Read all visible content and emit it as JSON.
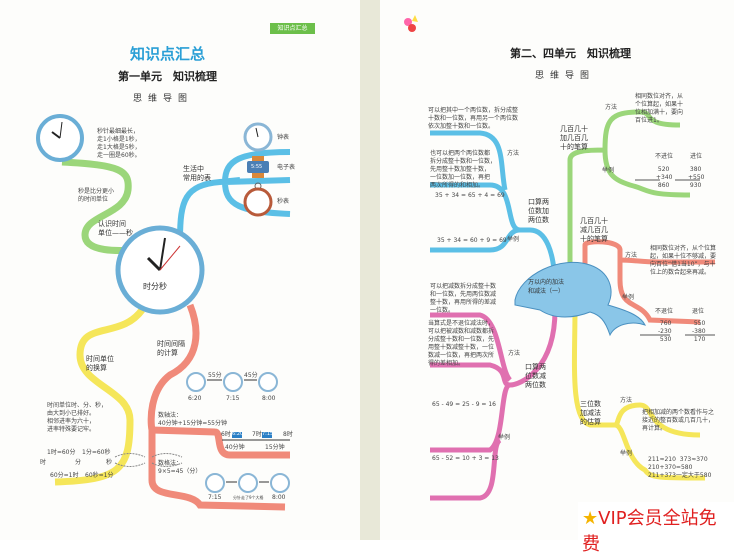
{
  "left_page": {
    "tag": "知识点汇总",
    "title": "知识点汇总",
    "unit_title": "第一单元　知识梳理",
    "subtitle": "思维导图",
    "center": "时分秒",
    "second_desc": "秒针最细最长，\n走1小格是1秒，\n走1大格是5秒，\n走一圈是60秒。",
    "second_smaller": "秒是比分更小\n的时间单位",
    "know_second": "认识时间\n单位——秒",
    "common_watches": "生活中\n常用的表",
    "watch_types": [
      "钟表",
      "电子表",
      "秒表"
    ],
    "digital_display": "5:55",
    "conversion_branch": "时间单位\n的换算",
    "conversion_rhyme": "时间单位时、分、秒，\n由大到小已排好。\n相邻进率为六十，\n进率特殊要记牢。",
    "conversions": {
      "h_to_m": "1时=60分",
      "m_to_s": "1分=60秒",
      "m_to_h": "60分=1时",
      "s_to_m": "60秒=1分",
      "units": [
        "时",
        "分",
        "秒"
      ]
    },
    "interval_branch": "时间间隔\n的计算",
    "clock_times": [
      "6:20",
      "7:15",
      "8:00"
    ],
    "arrows": [
      "55分",
      "45分"
    ],
    "number_line_method": "数轴法：\n40分钟+15分钟=55分钟",
    "number_line": {
      "ticks": [
        "6时",
        "7时",
        "8时"
      ],
      "marks": [
        "6:20",
        "7:15"
      ],
      "segments": [
        "40分钟",
        "15分钟"
      ]
    },
    "grid_method": "数格法：\n9×5=45（分）",
    "grid_labels": [
      "7:15",
      "分针走了9个大格",
      "8:00"
    ]
  },
  "right_page": {
    "unit_title": "第二、四单元　知识梳理",
    "subtitle": "思维导图",
    "center": "万以内的加法\n和减法（一）",
    "add2": {
      "label": "口算两\n位数加\n两位数",
      "method": "方法",
      "example": "举例",
      "text1": "可以把其中一个两位数，拆分成整\n十数和一位数，再用另一个两位数\n依次加整十数和一位数。",
      "text2": "也可以把两个两位数都\n拆分成整十数和一位数，\n先用整十数加整十数，\n一位数加一位数，再把\n两次所得的和相加。",
      "ex1": "35 + 34 = 65 + 4 = 69",
      "ex2": "35 + 34 = 60 + 9 = 69"
    },
    "add3": {
      "label": "几百几十\n加几百几\n十的笔算",
      "method": "方法",
      "example": "举例",
      "text": "相同数位对齐，从\n个位算起，如果十\n位相加满十，要向\n百位进1。",
      "headers": [
        "不进位",
        "进位"
      ],
      "ex1": " 520\n+340\n 860",
      "ex2": " 380\n+550\n 930"
    },
    "sub3": {
      "label": "几百几十\n减几百几\n十的笔算",
      "method": "方法",
      "example": "举例",
      "text": "相同数位对齐，从个位算\n起，如果十位不够减，要\n向百位“借1当10”，与十\n位上的数合起来再减。",
      "headers": [
        "不退位",
        "退位"
      ],
      "ex1": " 760\n-230\n 530",
      "ex2": " 550\n-380\n 170"
    },
    "sub2": {
      "label": "口算两\n位数减\n两位数",
      "method": "方法",
      "example": "举例",
      "text1": "可以把减数拆分成整十数\n和一位数，先用两位数减\n整十数，再用所得的差减\n一位数。",
      "text2": "当算式是不退位减法时，\n可以把被减数和减数都拆\n分成整十数和一位数，先\n用整十数减整十数，一位\n数减一位数，再把两次所\n得的差相加。",
      "ex1": "65 - 49 = 25 - 9 = 16",
      "ex2": "65 - 52 = 10 + 3 = 13"
    },
    "estimate": {
      "label": "三位数\n加减法\n的估算",
      "method": "方法",
      "example": "举例",
      "text": "把相加减的两个数看作与之\n接近的整百数或几百几十，\n再计算。",
      "ex": "211≈210  373≈370\n210+370=580\n211+373一定大于580"
    }
  },
  "watermark": "VIP会员全站免费",
  "colors": {
    "blue": "#5bbfe6",
    "green": "#9bd67a",
    "yellow": "#f5e65a",
    "red": "#f08a7a",
    "pink": "#e070b0",
    "title": "#2a9fd6",
    "watermark": "#e02020"
  }
}
